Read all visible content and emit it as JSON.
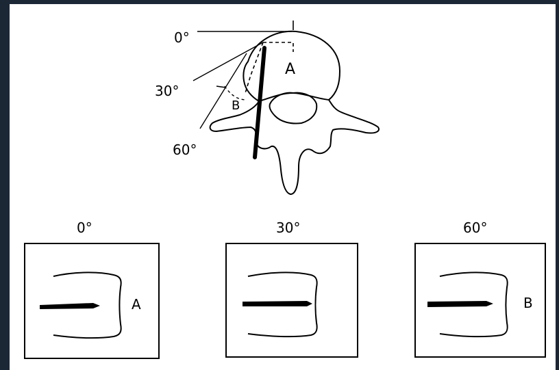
{
  "colors": {
    "background_frame": "#1c2736",
    "figure_background": "#ffffff",
    "ink": "#000000"
  },
  "top_diagram": {
    "angle_labels": [
      "0°",
      "30°",
      "60°"
    ],
    "point_labels": {
      "a": "A",
      "b": "B"
    }
  },
  "panels": [
    {
      "title": "0°",
      "side_label": "A"
    },
    {
      "title": "30°",
      "side_label": ""
    },
    {
      "title": "60°",
      "side_label": "B"
    }
  ]
}
